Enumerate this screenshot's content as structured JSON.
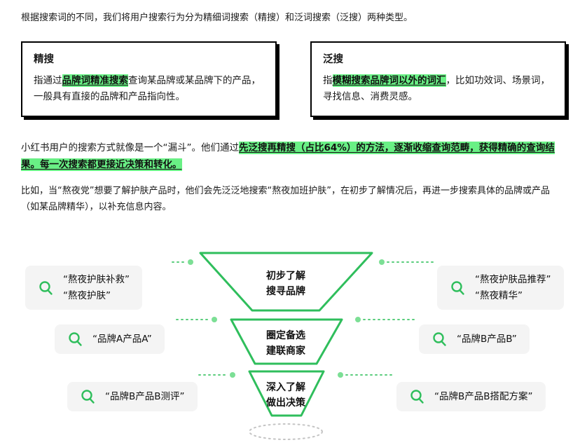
{
  "colors": {
    "accent_green": "#2FBE5C",
    "highlight_green": "#69F085",
    "dot_green": "#7CDF95",
    "tag_background": "#f4f4f4",
    "text": "#1a1a1a"
  },
  "intro": "根据搜索词的不同，我们将用户搜索行为分为精细词搜索（精搜）和泛词搜索（泛搜）两种类型。",
  "cards": [
    {
      "title": "精搜",
      "text_before": "指通过",
      "highlight": "品牌词精准搜索",
      "text_after": "查询某品牌或某品牌下的产品，一般具有直接的品牌和产品指向性。"
    },
    {
      "title": "泛搜",
      "text_before": "指",
      "highlight": "模糊搜索品牌词以外的词汇",
      "text_after": "，比如功效词、场景词，寻找信息、消费灵感。"
    }
  ],
  "paragraph1": {
    "normal": "小红书用户的搜索方式就像是一个“漏斗”。他们通过",
    "highlight": "先泛搜再精搜（占比64%）的方法，逐渐收缩查询范畴，获得精确的查询结果。每一次搜索都更接近决策和转化。"
  },
  "paragraph2": "比如，当“熬夜党”想要了解护肤产品时，他们会先泛泛地搜索“熬夜加班护肤”，在初步了解情况后，再进一步搜索具体的品牌或产品（如某品牌精华），以补充信息内容。",
  "funnel": {
    "levels": [
      {
        "line1": "初步了解",
        "line2": "搜寻品牌"
      },
      {
        "line1": "圈定备选",
        "line2": "建联商家"
      },
      {
        "line1": "深入了解",
        "line2": "做出决策"
      }
    ],
    "tags": [
      {
        "side": "left",
        "lines": [
          "“熬夜护肤补救”",
          "“熬夜护肤”"
        ]
      },
      {
        "side": "right",
        "lines": [
          "“熬夜护肤品推荐”",
          "“熬夜精华”"
        ]
      },
      {
        "side": "left",
        "lines": [
          "“品牌A产品A”"
        ]
      },
      {
        "side": "right",
        "lines": [
          "“品牌B产品B”"
        ]
      },
      {
        "side": "left",
        "lines": [
          "“品牌B产品B测评”"
        ]
      },
      {
        "side": "right",
        "lines": [
          "“品牌B产品B搭配方案”"
        ]
      }
    ]
  }
}
